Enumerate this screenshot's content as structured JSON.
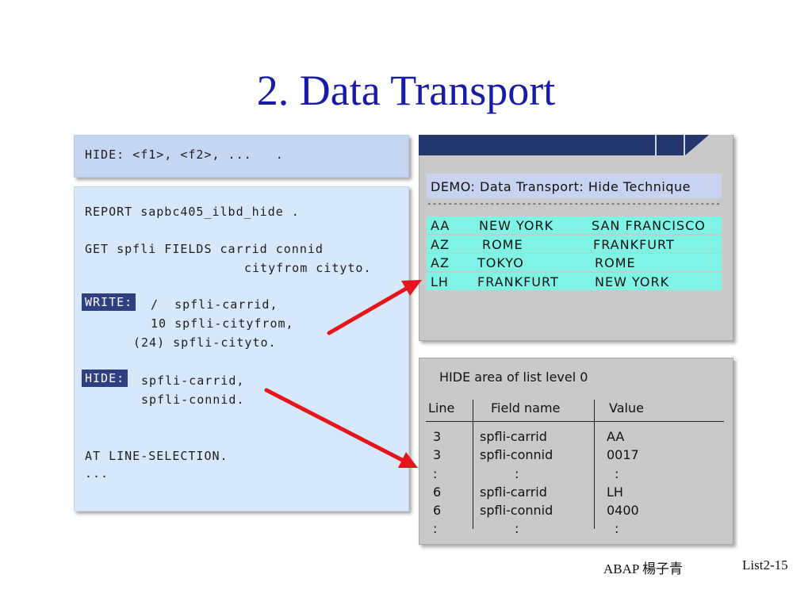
{
  "slide": {
    "title": "2. Data Transport",
    "footer_left": "ABAP  楊子青",
    "footer_right": "List2-15"
  },
  "syntax": {
    "line": "HIDE: <f1>, <f2>, ...   ."
  },
  "code": {
    "report": "REPORT sapbc405_ilbd_hide .",
    "get_line1": "GET spfli FIELDS carrid connid",
    "get_line2": "cityfrom cityto.",
    "write_kw": "WRITE:",
    "write_line1": "/  spfli-carrid,",
    "write_line2": "10 spfli-cityfrom,",
    "write_line3": "(24) spfli-cityto.",
    "hide_kw": "HIDE:",
    "hide_line1": "spfli-carrid,",
    "hide_line2": "spfli-connid.",
    "at_line": "AT LINE-SELECTION.",
    "dots": "..."
  },
  "list_window": {
    "header": "DEMO: Data Transport: Hide Technique",
    "separator": "--------------------------------------------------------",
    "rows": [
      {
        "carrid": "AA",
        "from": "NEW YORK",
        "to": "SAN FRANCISCO"
      },
      {
        "carrid": "AZ",
        "from": "ROME",
        "to": "FRANKFURT"
      },
      {
        "carrid": "AZ",
        "from": "TOKYO",
        "to": "ROME"
      },
      {
        "carrid": "LH",
        "from": "FRANKFURT",
        "to": "NEW YORK"
      }
    ]
  },
  "hide_area": {
    "title": "HIDE area of list level  0",
    "headers": [
      "Line",
      "Field name",
      "Value"
    ],
    "rows": [
      {
        "line": "3",
        "field": "spfli-carrid",
        "value": "AA"
      },
      {
        "line": "3",
        "field": "spfli-connid",
        "value": "0017"
      },
      {
        "line": ":",
        "field": ":",
        "value": ":"
      },
      {
        "line": "6",
        "field": "spfli-carrid",
        "value": "LH"
      },
      {
        "line": "6",
        "field": "spfli-connid",
        "value": "0400"
      },
      {
        "line": ":",
        "field": ":",
        "value": ":"
      }
    ]
  },
  "colors": {
    "title": "#1a1aa8",
    "keyword_bg": "#2e3f82",
    "list_row_bg": "#7ff3e6",
    "arrow": "#e8141c"
  }
}
